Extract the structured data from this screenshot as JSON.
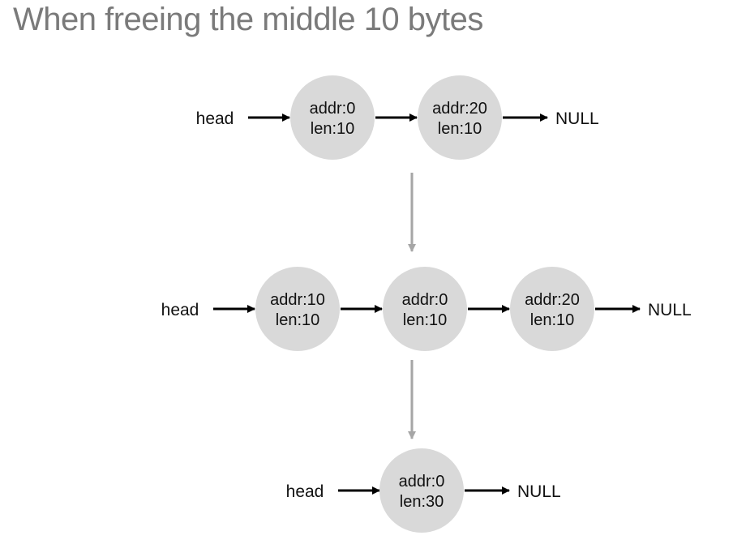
{
  "title": "When freeing the middle 10 bytes",
  "colors": {
    "node_fill": "#d9d9d9",
    "arrow": "#000000",
    "transition_arrow": "#a6a6a6",
    "title": "#7a7a7a"
  },
  "lists": [
    {
      "head_label": "head",
      "nodes": [
        {
          "addr": "addr:0",
          "len": "len:10"
        },
        {
          "addr": "addr:20",
          "len": "len:10"
        }
      ],
      "null_label": "NULL"
    },
    {
      "head_label": "head",
      "nodes": [
        {
          "addr": "addr:10",
          "len": "len:10"
        },
        {
          "addr": "addr:0",
          "len": "len:10"
        },
        {
          "addr": "addr:20",
          "len": "len:10"
        }
      ],
      "null_label": "NULL"
    },
    {
      "head_label": "head",
      "nodes": [
        {
          "addr": "addr:0",
          "len": "len:30"
        }
      ],
      "null_label": "NULL"
    }
  ]
}
